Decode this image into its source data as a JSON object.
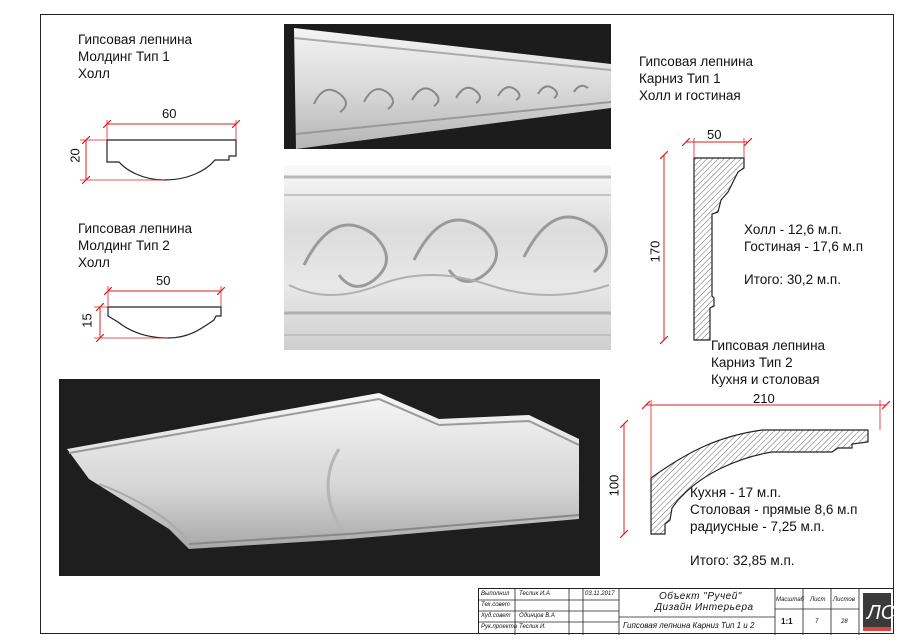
{
  "molding1": {
    "line1": "Гипсовая лепнина",
    "line2": "Молдинг Тип 1",
    "line3": "Холл",
    "width": "60",
    "height": "20"
  },
  "molding2": {
    "line1": "Гипсовая лепнина",
    "line2": "Молдинг Тип 2",
    "line3": "Холл",
    "width": "50",
    "height": "15"
  },
  "cornice1": {
    "line1": "Гипсовая лепнина",
    "line2": "Карниз Тип 1",
    "line3": "Холл и гостиная",
    "width": "50",
    "height": "170",
    "qty1": "Холл - 12,6 м.п.",
    "qty2": "Гостиная -  17,6 м.п",
    "total": "Итого: 30,2 м.п."
  },
  "cornice2": {
    "line1": "Гипсовая лепнина",
    "line2": "Карниз Тип 2",
    "line3": "Кухня и столовая",
    "width": "210",
    "height": "100",
    "qty1": "Кухня - 17 м.п.",
    "qty2": "Столовая -  прямые 8,6 м.п",
    "qty3": "радиусные - 7,25 м.п.",
    "total": "Итого: 32,85 м.п."
  },
  "stamp": {
    "r1_label": "Выполнил",
    "r1_name": "Теслик И.А",
    "r1_date": "03.11.2017",
    "r2_label": "Тех.совет",
    "r3_label": "Худ.совет",
    "r3_name": "Одинцов В.А",
    "r4_label": "Рук.проекта",
    "r4_name": "Теслик И.",
    "project_line1": "Объект \"Ручей\"",
    "project_line2": "Дизайн Интерьера",
    "sheet_title": "Гипсовая лепнина Карниз Тип 1 и 2",
    "h_scale": "Масштаб",
    "h_sheet": "Лист",
    "h_sheets": "Листов",
    "scale": "1:1",
    "sheet": "7",
    "sheets": "28"
  }
}
